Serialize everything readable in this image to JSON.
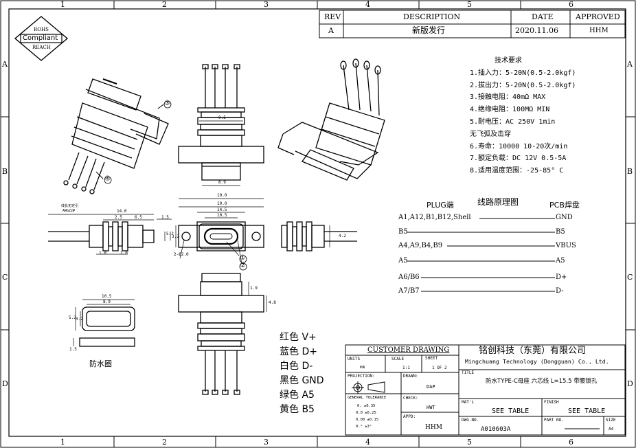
{
  "border": {
    "top_numbers": [
      "1",
      "2",
      "3",
      "4",
      "5",
      "6"
    ],
    "bottom_numbers": [
      "1",
      "2",
      "3",
      "4",
      "5",
      "6"
    ],
    "side_letters": [
      "A",
      "B",
      "C",
      "D"
    ]
  },
  "rohs": {
    "line1": "ROHS",
    "line2": "Compliant",
    "line3": "REACH"
  },
  "revision": {
    "headers": {
      "rev": "REV",
      "description": "DESCRIPTION",
      "date": "DATE",
      "approved": "APPROVED"
    },
    "row": {
      "rev": "A",
      "description": "新版发行",
      "date": "2020.11.06",
      "approved": "HHM"
    }
  },
  "tech": {
    "title": "技术要求",
    "items": [
      "1.插入力：5-20N(0.5-2.0kgf)",
      "2.拔出力：5-20N(0.5-2.0kgf)",
      "3.接触电阻：40mΩ MAX",
      "4.绝缘电阻：100MΩ MIN",
      "5.耐电压：AC 250V 1min",
      "无飞弧及击穿",
      "6.寿命：10000 10-20次/min",
      "7.额定负载：DC 12V 0.5-5A",
      "8.适用温度范围：-25-85° C"
    ]
  },
  "wiring": {
    "title": "线路原理图",
    "left_header": "PLUG端",
    "right_header": "PCB焊盘",
    "rows": [
      {
        "from": "A1,A12,B1,B12,Shell",
        "to": "GND"
      },
      {
        "from": "B5",
        "to": "B5"
      },
      {
        "from": "A4,A9,B4,B9",
        "to": "VBUS"
      },
      {
        "from": "A5",
        "to": "A5"
      },
      {
        "from": "A6/B6",
        "to": "D+"
      },
      {
        "from": "A7/B7",
        "to": "D-"
      }
    ]
  },
  "wire_colors": [
    {
      "color": "红色",
      "signal": "V+"
    },
    {
      "color": "蓝色",
      "signal": "D+"
    },
    {
      "color": "白色",
      "signal": "D-"
    },
    {
      "color": "黑色",
      "signal": "GND"
    },
    {
      "color": "绿色",
      "signal": "A5"
    },
    {
      "color": "黄色",
      "signal": "B5"
    }
  ],
  "callouts": [
    "③",
    "④",
    "①",
    "②"
  ],
  "dims": {
    "top_width_95": "9.5",
    "top_width_89": "8.9",
    "top_width_190": "19.0",
    "front_190": "19.0",
    "front_145": "14.5",
    "front_105": "10.5",
    "front_height_52": "5.2",
    "front_height_32": "3.2",
    "front_hole": "2-Ø2.0",
    "side_42": "4.2",
    "left_note_1": "线长无定引",
    "left_note_2": "AWG22#",
    "left_140": "14.0",
    "left_25": "2.5",
    "left_65": "6.5",
    "left_15": "1.5",
    "left_10a": "1.0",
    "left_10b": "1.0",
    "bottom_19": "1.9",
    "bottom_48": "4.8",
    "gasket_105": "10.5",
    "gasket_89": "8.9",
    "gasket_52": "5.2",
    "gasket_32": "3.2",
    "gasket_15": "1.5",
    "gasket_label": "防水圈"
  },
  "title_block": {
    "customer_drawing": "CUSTOMER DRAWING",
    "company_cn": "铭创科技（东莞）有限公司",
    "company_en": "Mingchuang Technology (Dongguan) Co., Ltd.",
    "units_label": "UNITS",
    "units_value": "mm",
    "scale_label": "SCALE",
    "scale_value": "1:1",
    "sheet_label": "SHEET",
    "sheet_value": "1 OF 2",
    "projection_label": "PROJECTION:",
    "drawn_label": "DRAWN:",
    "drawn_value": "DAP",
    "tolerance_label": "GENERAL TOLERANCE",
    "tolerances": [
      "0.  ±0.35",
      "0.0  ±0.25",
      "0.00 ±0.15",
      "0.° ±3°"
    ],
    "check_label": "CHECK:",
    "check_value": "HWT",
    "appd_label": "APPD:",
    "appd_value": "HHM",
    "title_label": "TITLE",
    "title_value": "防水TYPE-C母座 六芯线 L=15.5 带腰锁孔",
    "mat_label": "MAT'L",
    "mat_value": "SEE TABLE",
    "finish_label": "FINISH",
    "finish_value": "SEE TABLE",
    "dwg_label": "DWG.NO.",
    "dwg_value": "A010603A",
    "part_label": "PART NO.",
    "size_label": "SIZE",
    "size_value": "A4"
  }
}
